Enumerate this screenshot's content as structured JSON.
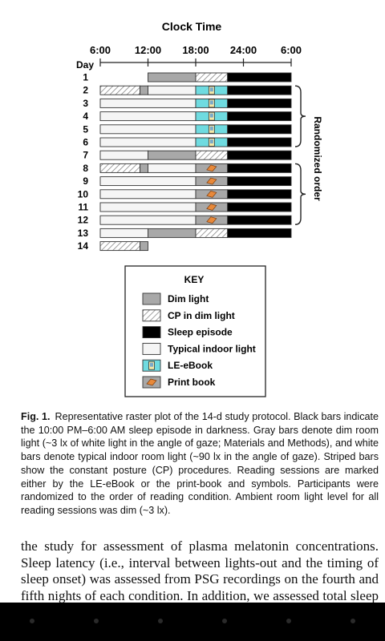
{
  "chart_data": {
    "type": "raster",
    "title": "Clock Time",
    "time_ticks": [
      "6:00",
      "12:00",
      "18:00",
      "24:00",
      "6:00"
    ],
    "row_axis_label": "Day",
    "side_label": "Randomized order",
    "days": [
      {
        "day": "1",
        "segments": [
          {
            "start": 12,
            "end": 18,
            "kind": "dim"
          },
          {
            "start": 18,
            "end": 22,
            "kind": "cp"
          },
          {
            "start": 22,
            "end": 30,
            "kind": "sleep"
          }
        ]
      },
      {
        "day": "2",
        "segments": [
          {
            "start": 6,
            "end": 11,
            "kind": "cp"
          },
          {
            "start": 11,
            "end": 12,
            "kind": "dim"
          },
          {
            "start": 12,
            "end": 18,
            "kind": "indoor"
          },
          {
            "start": 18,
            "end": 22,
            "kind": "ebook"
          },
          {
            "start": 22,
            "end": 30,
            "kind": "sleep"
          }
        ]
      },
      {
        "day": "3",
        "segments": [
          {
            "start": 6,
            "end": 18,
            "kind": "indoor"
          },
          {
            "start": 18,
            "end": 22,
            "kind": "ebook"
          },
          {
            "start": 22,
            "end": 30,
            "kind": "sleep"
          }
        ]
      },
      {
        "day": "4",
        "segments": [
          {
            "start": 6,
            "end": 18,
            "kind": "indoor"
          },
          {
            "start": 18,
            "end": 22,
            "kind": "ebook"
          },
          {
            "start": 22,
            "end": 30,
            "kind": "sleep"
          }
        ]
      },
      {
        "day": "5",
        "segments": [
          {
            "start": 6,
            "end": 18,
            "kind": "indoor"
          },
          {
            "start": 18,
            "end": 22,
            "kind": "ebook"
          },
          {
            "start": 22,
            "end": 30,
            "kind": "sleep"
          }
        ]
      },
      {
        "day": "6",
        "segments": [
          {
            "start": 6,
            "end": 18,
            "kind": "indoor"
          },
          {
            "start": 18,
            "end": 22,
            "kind": "ebook"
          },
          {
            "start": 22,
            "end": 30,
            "kind": "sleep"
          }
        ]
      },
      {
        "day": "7",
        "segments": [
          {
            "start": 6,
            "end": 12,
            "kind": "indoor"
          },
          {
            "start": 12,
            "end": 18,
            "kind": "dim"
          },
          {
            "start": 18,
            "end": 22,
            "kind": "cp"
          },
          {
            "start": 22,
            "end": 30,
            "kind": "sleep"
          }
        ]
      },
      {
        "day": "8",
        "segments": [
          {
            "start": 6,
            "end": 11,
            "kind": "cp"
          },
          {
            "start": 11,
            "end": 12,
            "kind": "dim"
          },
          {
            "start": 12,
            "end": 18,
            "kind": "indoor"
          },
          {
            "start": 18,
            "end": 22,
            "kind": "print"
          },
          {
            "start": 22,
            "end": 30,
            "kind": "sleep"
          }
        ]
      },
      {
        "day": "9",
        "segments": [
          {
            "start": 6,
            "end": 18,
            "kind": "indoor"
          },
          {
            "start": 18,
            "end": 22,
            "kind": "print"
          },
          {
            "start": 22,
            "end": 30,
            "kind": "sleep"
          }
        ]
      },
      {
        "day": "10",
        "segments": [
          {
            "start": 6,
            "end": 18,
            "kind": "indoor"
          },
          {
            "start": 18,
            "end": 22,
            "kind": "print"
          },
          {
            "start": 22,
            "end": 30,
            "kind": "sleep"
          }
        ]
      },
      {
        "day": "11",
        "segments": [
          {
            "start": 6,
            "end": 18,
            "kind": "indoor"
          },
          {
            "start": 18,
            "end": 22,
            "kind": "print"
          },
          {
            "start": 22,
            "end": 30,
            "kind": "sleep"
          }
        ]
      },
      {
        "day": "12",
        "segments": [
          {
            "start": 6,
            "end": 18,
            "kind": "indoor"
          },
          {
            "start": 18,
            "end": 22,
            "kind": "print"
          },
          {
            "start": 22,
            "end": 30,
            "kind": "sleep"
          }
        ]
      },
      {
        "day": "13",
        "segments": [
          {
            "start": 6,
            "end": 12,
            "kind": "indoor"
          },
          {
            "start": 12,
            "end": 18,
            "kind": "dim"
          },
          {
            "start": 18,
            "end": 22,
            "kind": "cp"
          },
          {
            "start": 22,
            "end": 30,
            "kind": "sleep"
          }
        ]
      },
      {
        "day": "14",
        "segments": [
          {
            "start": 6,
            "end": 11,
            "kind": "cp"
          },
          {
            "start": 11,
            "end": 12,
            "kind": "dim"
          }
        ]
      }
    ],
    "brackets": [
      {
        "from_day": 2,
        "to_day": 6
      },
      {
        "from_day": 8,
        "to_day": 12
      }
    ],
    "key": {
      "title": "KEY",
      "items": [
        {
          "kind": "dim",
          "label": "Dim light"
        },
        {
          "kind": "cp",
          "label": "CP in dim light"
        },
        {
          "kind": "sleep",
          "label": "Sleep episode"
        },
        {
          "kind": "indoor",
          "label": "Typical indoor light"
        },
        {
          "kind": "ebook",
          "label": "LE-eBook"
        },
        {
          "kind": "print",
          "label": "Print book"
        }
      ]
    },
    "colors": {
      "dim": "#a8a8a8",
      "cp": "#ffffff",
      "sleep": "#000000",
      "indoor": "#f5f5f5",
      "ebook": "#6fdbe0",
      "print": "#a8a8a8",
      "book_icon": "#e8893a"
    }
  },
  "caption": {
    "lead": "Fig. 1.",
    "text": "Representative raster plot of the 14-d study protocol. Black bars indicate the 10:00 PM–6:00 AM sleep episode in darkness. Gray bars denote dim room light (~3 lx of white light in the angle of gaze; Materials and Methods), and white bars denote typical indoor room light (~90 lx in the angle of gaze). Striped bars show the constant posture (CP) procedures. Reading sessions are marked either by the LE-eBook or the print-book and symbols. Participants were randomized to the order of reading condition. Ambient room light level for all reading sessions was dim (~3 lx)."
  },
  "body_text": "the study for assessment of plasma melatonin concentrations. Sleep latency (i.e., interval between lights-out and the timing of sleep onset) was assessed from PSG recordings on the fourth and fifth nights of each condition. In addition, we assessed total sleep time (TST), sleep efficiency (the percentage of time in bed spent asleep)"
}
